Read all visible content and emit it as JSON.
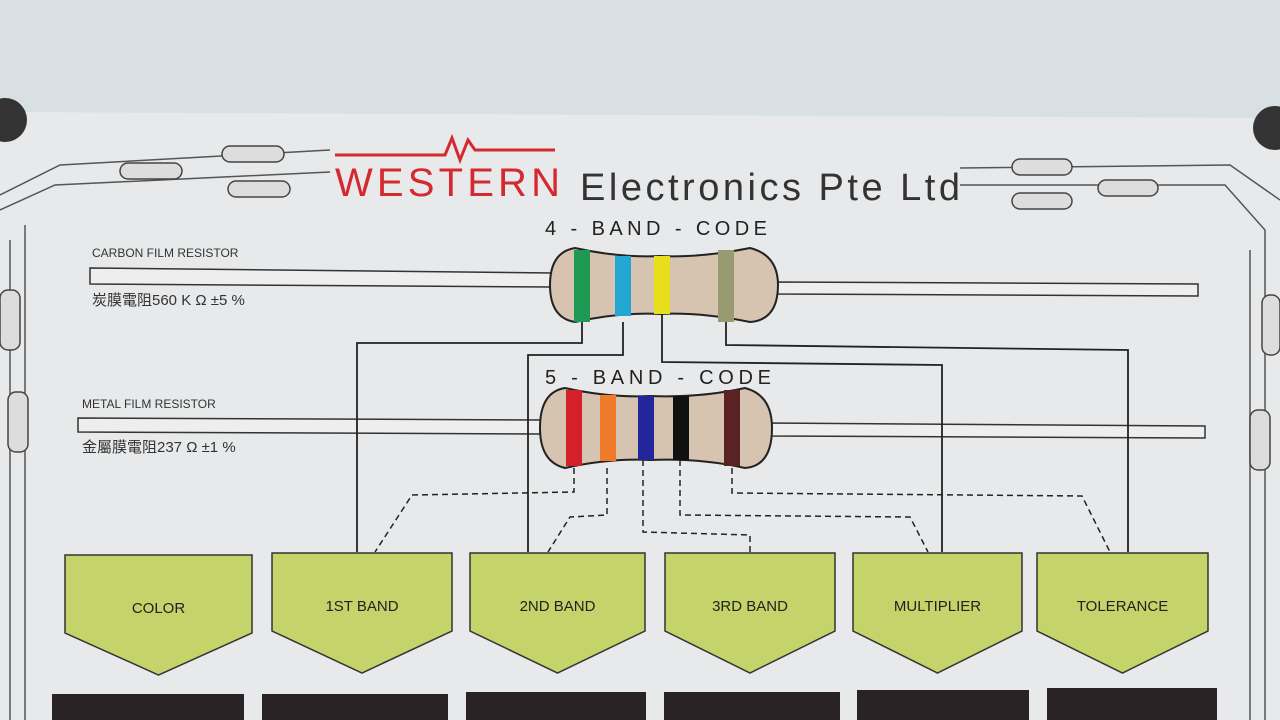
{
  "header": {
    "brand": "WESTERN",
    "company": "Electronics Pte Ltd"
  },
  "four_band": {
    "title": "4 - BAND - CODE",
    "label": "CARBON FILM RESISTOR",
    "value": "炭膜電阻560 K Ω ±5 %",
    "bands": [
      "#1f9a55",
      "#22a6d2",
      "#e8df1c",
      "#9a9a72"
    ]
  },
  "five_band": {
    "title": "5 - BAND - CODE",
    "label": "METAL FILM RESISTOR",
    "value": "金屬膜電阻237 Ω ±1 %",
    "bands": [
      "#d4202a",
      "#ee7a2a",
      "#23269a",
      "#111111",
      "#5a2222"
    ]
  },
  "boxes": [
    "COLOR",
    "1ST BAND",
    "2ND BAND",
    "3RD BAND",
    "MULTIPLIER",
    "TOLERANCE"
  ],
  "colors": {
    "box_fill": "#c4d36a",
    "brand_red": "#d42a2f",
    "poster": "#e8e9ea",
    "body": "#d6c3b0"
  }
}
